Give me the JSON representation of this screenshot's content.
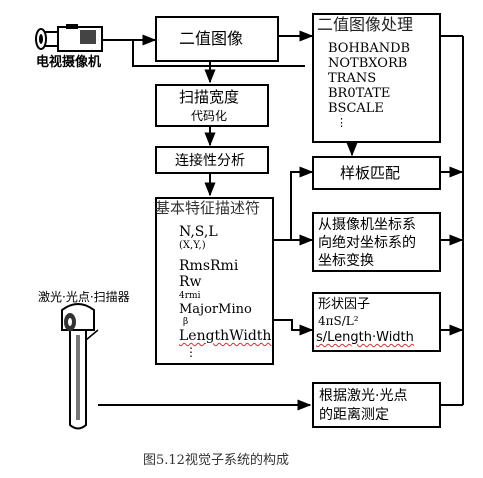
{
  "camera": {
    "label": "电视摄像机"
  },
  "laser": {
    "label": "激光·光点·扫描器"
  },
  "boxes": {
    "binary": {
      "label": "二值图像"
    },
    "scan": {
      "line1": "扫描宽度",
      "line2": "代码化"
    },
    "connect": {
      "label": "连接性分析"
    },
    "features": {
      "title": "基本特征描述符",
      "items": [
        "N,S,L",
        "(X,Y,)",
        "RmsRmi",
        "Rw",
        "4rmi",
        "MajorMino",
        "β",
        "LengthWidth",
        "⋮"
      ]
    },
    "processing": {
      "title": "二值图像处理",
      "items": [
        "BOHBANDB",
        "NOTBXORB",
        "TRANS",
        "BR0TATE",
        "BSCALE",
        "⋮"
      ]
    },
    "match": {
      "label": "样板匹配"
    },
    "transform": {
      "line1": "从摄像机坐标系",
      "line2": "向绝对坐标系的",
      "line3": "坐标变换"
    },
    "shape": {
      "line1": "形状因子",
      "line2": "4πS/L²",
      "line3": "s/Length·Width"
    },
    "distance": {
      "line1": "根据激光·光点",
      "line2": "的距离测定"
    }
  },
  "caption": "图5.12视觉子系统的构成"
}
